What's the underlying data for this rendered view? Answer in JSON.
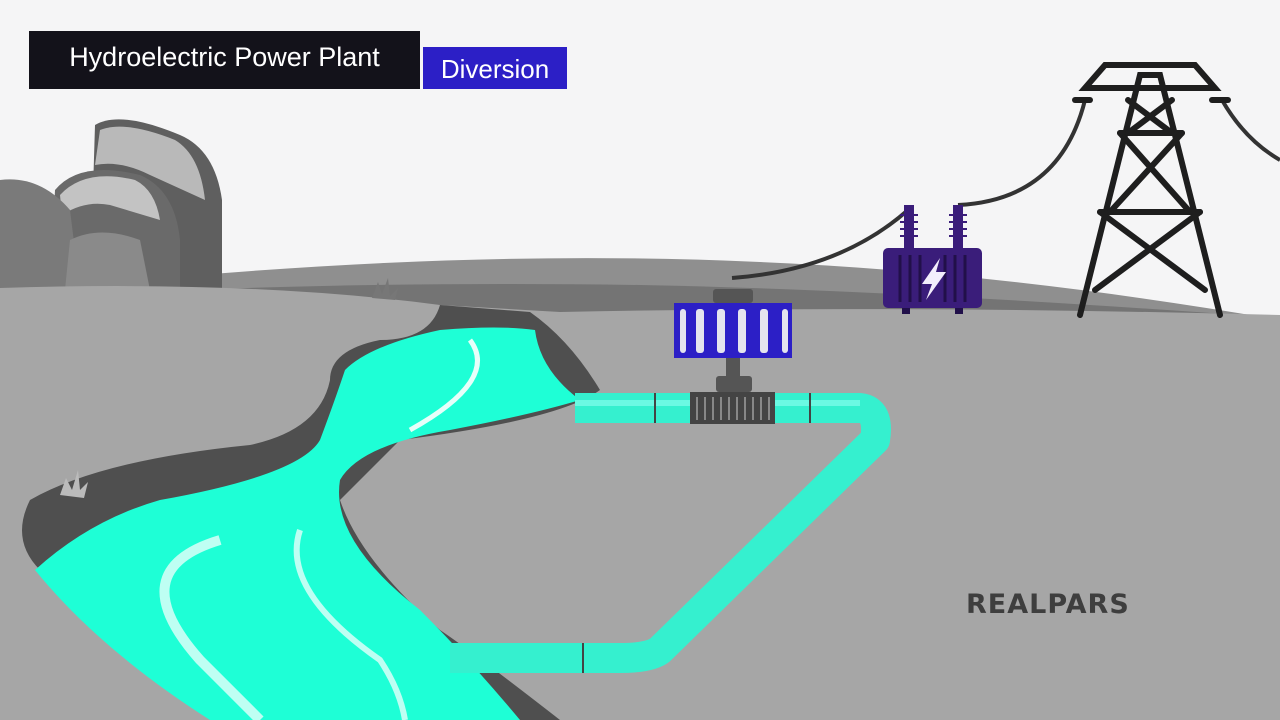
{
  "header": {
    "title": "Hydroelectric Power Plant",
    "tag": "Diversion"
  },
  "brand": {
    "logo_text": "REALPARS"
  },
  "colors": {
    "sky": "#f5f5f6",
    "ground": "#a6a6a6",
    "water": "#1effd6",
    "title_bg": "#13121a",
    "tag_bg": "#2c1fc6",
    "generator": "#2c1fc6",
    "transformer": "#3a1d7a"
  }
}
